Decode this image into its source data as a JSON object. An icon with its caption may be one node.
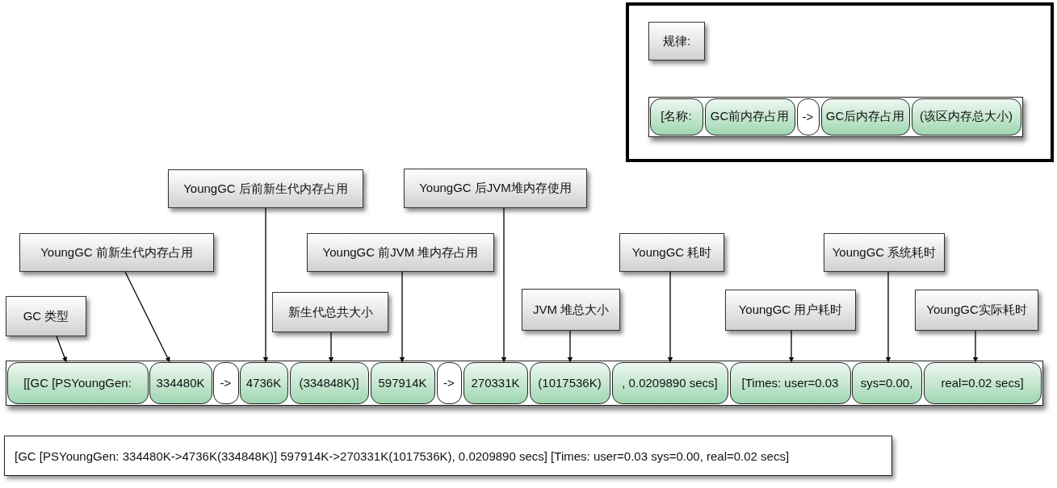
{
  "diagram": {
    "nodes": [
      {
        "text": [],
        "shape": "box"
      },
      {
        "text": [
          "规律:"
        ],
        "in": 0
      },
      {
        "text": [],
        "shape": "bar",
        "in": 0
      },
      {
        "text": [
          "[名称:"
        ],
        "in": 2
      },
      {
        "text": [
          "GC前内存占用"
        ],
        "in": 2
      },
      {
        "text": [
          "->"
        ],
        "in": 2
      },
      {
        "text": [
          "GC后内存占用"
        ],
        "in": 2
      },
      {
        "text": [
          "(该区内存总大小)"
        ],
        "in": 2
      },
      {
        "text": [
          "YoungGC 后前新生代内存占用"
        ]
      },
      {
        "text": [
          "YoungGC 后JVM堆内存使用"
        ]
      },
      {
        "text": [
          "YoungGC 前新生代内存占用"
        ]
      },
      {
        "text": [
          "YoungGC 前JVM 堆内存占用"
        ]
      },
      {
        "text": [
          "YoungGC 耗时"
        ]
      },
      {
        "text": [
          "YoungGC 系统耗时"
        ]
      },
      {
        "text": [
          "GC 类型"
        ]
      },
      {
        "text": [
          "新生代总共大小"
        ]
      },
      {
        "text": [
          "JVM 堆总大小"
        ]
      },
      {
        "text": [
          "YoungGC 用户耗时"
        ]
      },
      {
        "text": [
          "YoungGC实际耗时"
        ]
      },
      {
        "text": [],
        "shape": "bar"
      },
      {
        "text": [
          "[[GC [PSYoungGen:"
        ],
        "in": 19
      },
      {
        "text": [
          "334480K"
        ],
        "in": 19
      },
      {
        "text": [
          "->"
        ],
        "in": 19
      },
      {
        "text": [
          "4736K"
        ],
        "in": 19
      },
      {
        "text": [
          "(334848K)]"
        ],
        "in": 19
      },
      {
        "text": [
          "597914K"
        ],
        "in": 19
      },
      {
        "text": [
          "->"
        ],
        "in": 19
      },
      {
        "text": [
          "270331K"
        ],
        "in": 19
      },
      {
        "text": [
          "(1017536K)"
        ],
        "in": 19
      },
      {
        "text": [
          ", 0.0209890 secs]"
        ],
        "in": 19
      },
      {
        "text": [
          "[Times: user=0.03"
        ],
        "in": 19
      },
      {
        "text": [
          "sys=0.00,"
        ],
        "in": 19
      },
      {
        "text": [
          "real=0.02 secs]"
        ],
        "in": 19
      },
      {
        "text": [
          "[GC [PSYoungGen: 334480K->4736K(334848K)] 597914K->270331K(1017536K), 0.0209890 secs] [Times: user=0.03 sys=0.00, real=0.02 secs]"
        ]
      }
    ],
    "edges": [
      {
        "from": 14,
        "to": 20,
        "arrow": "to"
      },
      {
        "from": 10,
        "to": 21,
        "arrow": "to"
      },
      {
        "from": 8,
        "to": 23,
        "arrow": "to"
      },
      {
        "from": 15,
        "to": 24,
        "arrow": "to"
      },
      {
        "from": 11,
        "to": 25,
        "arrow": "to"
      },
      {
        "from": 9,
        "to": 27,
        "arrow": "to"
      },
      {
        "from": 16,
        "to": 28,
        "arrow": "to"
      },
      {
        "from": 12,
        "to": 29,
        "arrow": "to"
      },
      {
        "from": 17,
        "to": 30,
        "arrow": "to"
      },
      {
        "from": 13,
        "to": 31,
        "arrow": "to"
      },
      {
        "from": 18,
        "to": 32,
        "arrow": "to"
      }
    ]
  }
}
